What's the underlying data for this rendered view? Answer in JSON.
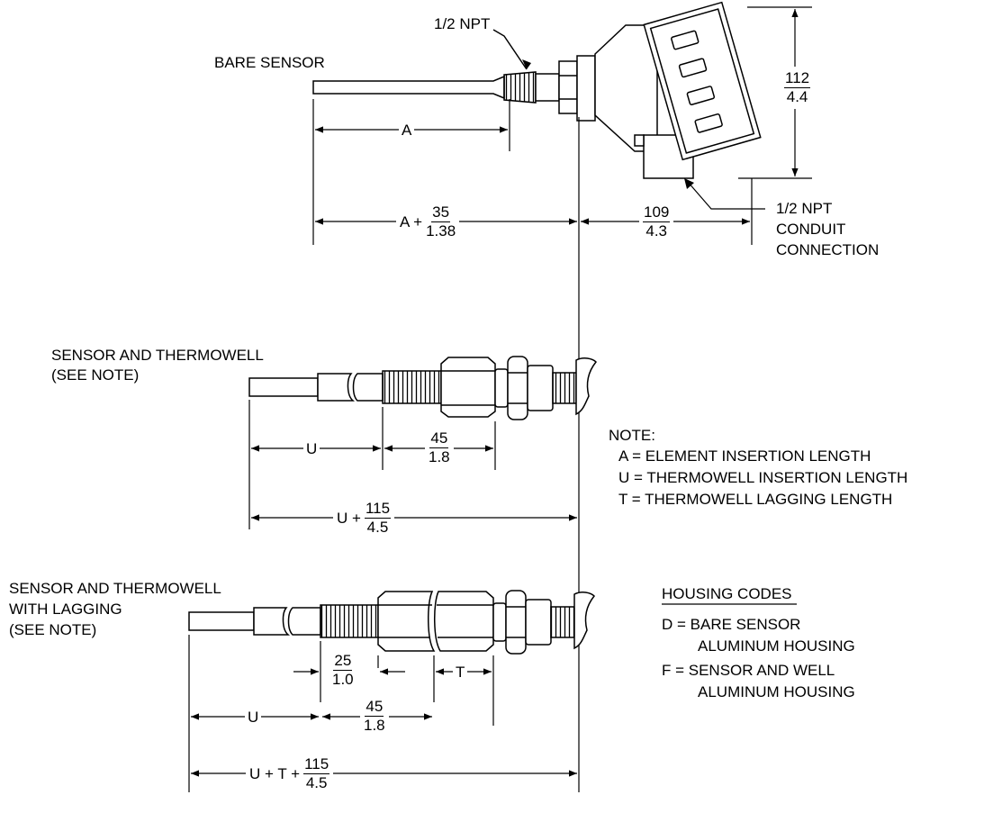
{
  "labels": {
    "bare_sensor": "BARE SENSOR",
    "npt_top": "1/2 NPT",
    "conduit_1": "1/2 NPT",
    "conduit_2": "CONDUIT",
    "conduit_3": "CONNECTION",
    "sensor_thermowell_1": "SENSOR AND THERMOWELL",
    "sensor_thermowell_2": "(SEE NOTE)",
    "lagging_1": "SENSOR AND THERMOWELL",
    "lagging_2": "WITH LAGGING",
    "lagging_3": "(SEE NOTE)"
  },
  "dimensions": {
    "a": "A",
    "a_plus_prefix": "A +",
    "a_plus_num": "35",
    "a_plus_den": "1.38",
    "head_num": "109",
    "head_den": "4.3",
    "height_num": "112",
    "height_den": "4.4",
    "u1": "U",
    "hex1_num": "45",
    "hex1_den": "1.8",
    "u1_total_prefix": "U +",
    "u1_total_num": "115",
    "u1_total_den": "4.5",
    "lag_thread_num": "25",
    "lag_thread_den": "1.0",
    "t": "T",
    "u2": "U",
    "lag_hex_num": "45",
    "lag_hex_den": "1.8",
    "u2_total_prefix": "U + T +",
    "u2_total_num": "115",
    "u2_total_den": "4.5"
  },
  "note": {
    "title": "NOTE:",
    "lines": [
      "A = ELEMENT INSERTION LENGTH",
      "U = THERMOWELL INSERTION LENGTH",
      "T = THERMOWELL LAGGING LENGTH"
    ]
  },
  "housing_codes": {
    "title": "HOUSING CODES",
    "lines": [
      "D = BARE SENSOR",
      "ALUMINUM HOUSING",
      "F = SENSOR  AND WELL",
      "ALUMINUM HOUSING"
    ]
  }
}
